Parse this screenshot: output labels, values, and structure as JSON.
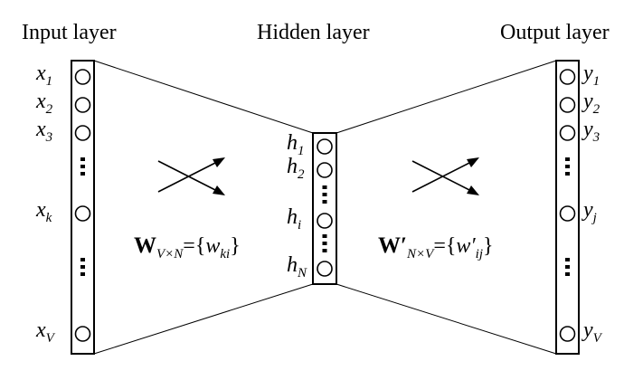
{
  "layers": {
    "input": {
      "title": "Input layer"
    },
    "hidden": {
      "title": "Hidden layer"
    },
    "output": {
      "title": "Output layer"
    }
  },
  "input_nodes": [
    {
      "base": "x",
      "sub": "1"
    },
    {
      "base": "x",
      "sub": "2"
    },
    {
      "base": "x",
      "sub": "3"
    },
    {
      "base": "x",
      "sub": "k"
    },
    {
      "base": "x",
      "sub": "V"
    }
  ],
  "hidden_nodes": [
    {
      "base": "h",
      "sub": "1"
    },
    {
      "base": "h",
      "sub": "2"
    },
    {
      "base": "h",
      "sub": "i"
    },
    {
      "base": "h",
      "sub": "N"
    }
  ],
  "output_nodes": [
    {
      "base": "y",
      "sub": "1"
    },
    {
      "base": "y",
      "sub": "2"
    },
    {
      "base": "y",
      "sub": "3"
    },
    {
      "base": "y",
      "sub": "j"
    },
    {
      "base": "y",
      "sub": "V"
    }
  ],
  "weights": {
    "input_hidden": {
      "symbol": "W",
      "dims": "V×N",
      "equals": "={",
      "elem": "w",
      "elem_sub": "ki",
      "close": "}"
    },
    "hidden_output": {
      "symbol": "W′",
      "dims": "N×V",
      "equals": "={",
      "elem": "w′",
      "elem_sub": "ij",
      "close": "}"
    }
  }
}
